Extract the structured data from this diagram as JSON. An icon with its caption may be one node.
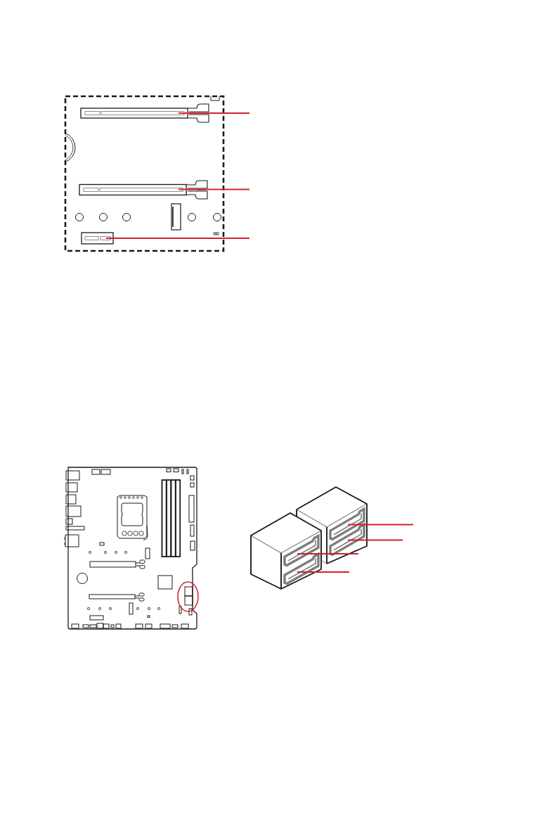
{
  "diagram": {
    "nodes": [
      {
        "text": [],
        "shape": "bar"
      },
      {
        "text": [],
        "shape": "bar"
      },
      {
        "text": [],
        "shape": "bar"
      },
      {
        "text": [],
        "shape": "picture"
      },
      {
        "text": [],
        "shape": "picture"
      },
      {
        "text": [],
        "shape": "picture"
      },
      {
        "text": [],
        "shape": "picture"
      }
    ],
    "edges": [
      {
        "from": null,
        "to": 0,
        "arrow": "none"
      },
      {
        "from": null,
        "to": 1,
        "arrow": "none"
      },
      {
        "from": null,
        "to": 2,
        "arrow": "none"
      },
      {
        "from": null,
        "to": 3,
        "arrow": "none"
      },
      {
        "from": null,
        "to": 4,
        "arrow": "none"
      },
      {
        "from": null,
        "to": 5,
        "arrow": "none"
      },
      {
        "from": null,
        "to": 6,
        "arrow": "none"
      }
    ]
  }
}
